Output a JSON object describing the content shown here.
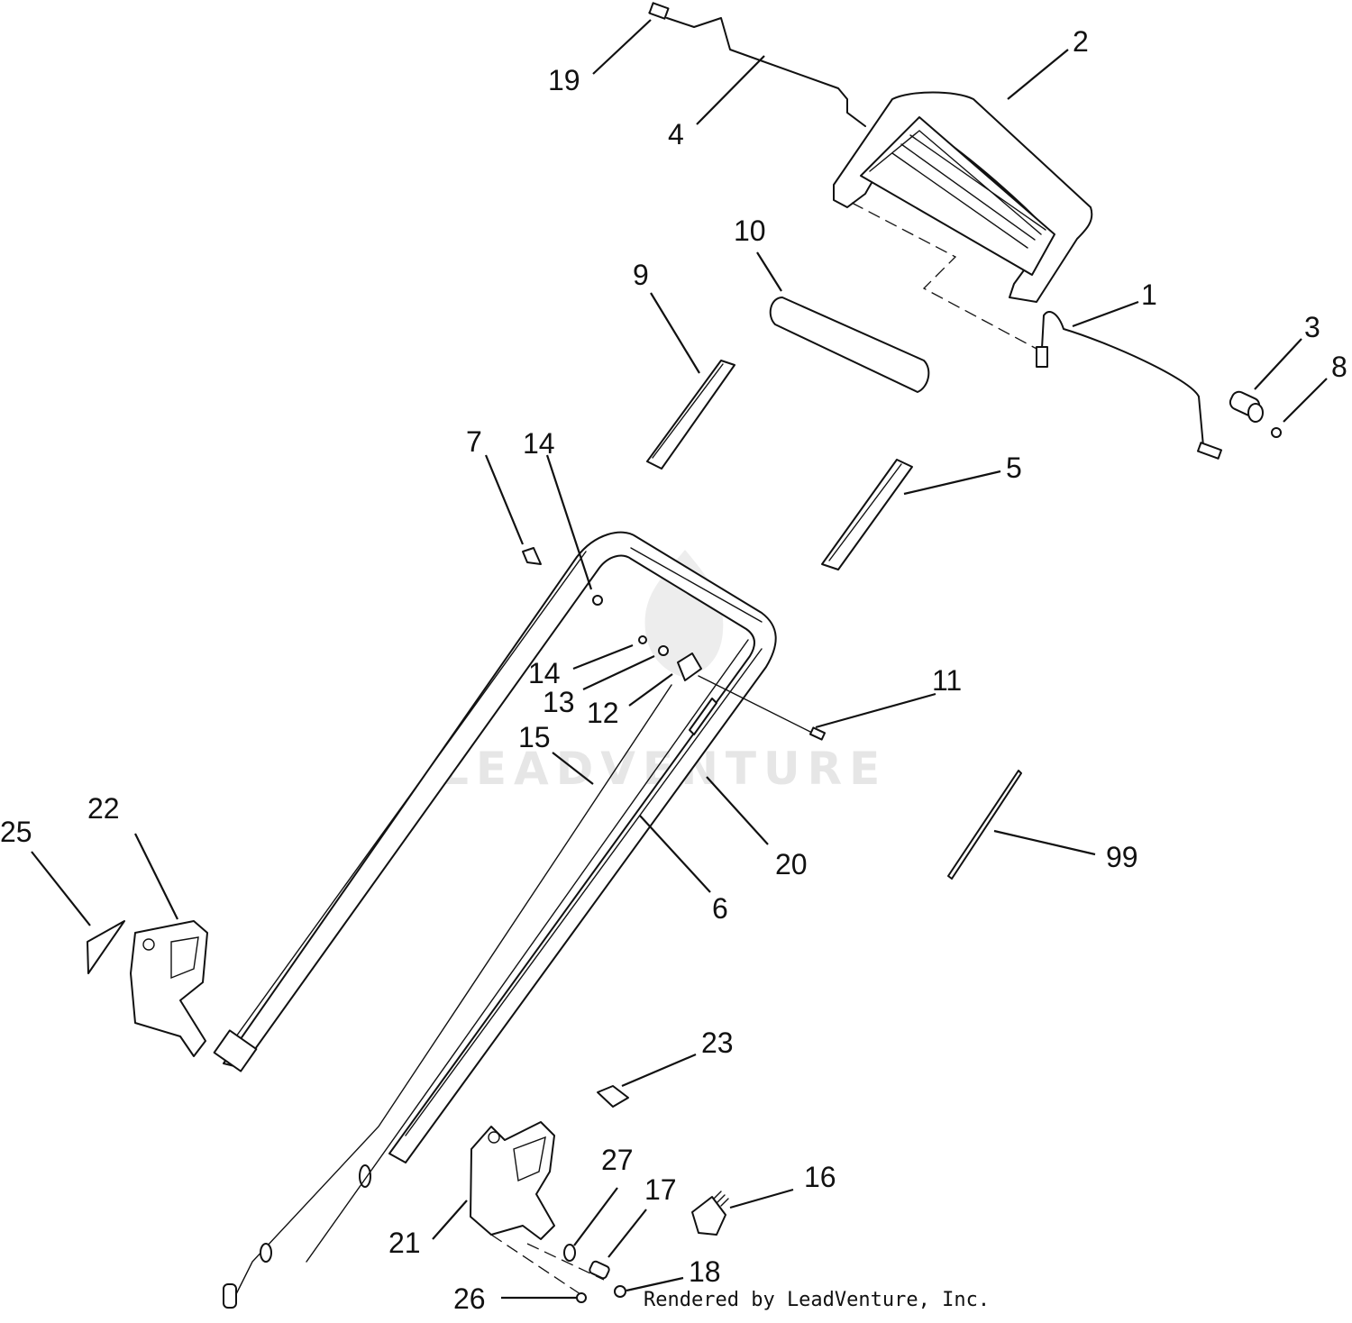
{
  "callouts": [
    "19",
    "2",
    "4",
    "10",
    "9",
    "1",
    "3",
    "8",
    "5",
    "7",
    "14",
    "14",
    "13",
    "12",
    "11",
    "15",
    "20",
    "22",
    "25",
    "6",
    "99",
    "23",
    "27",
    "17",
    "16",
    "21",
    "18",
    "26"
  ],
  "watermark": "LEADVENTURE",
  "credit": "Rendered by LeadVenture, Inc."
}
